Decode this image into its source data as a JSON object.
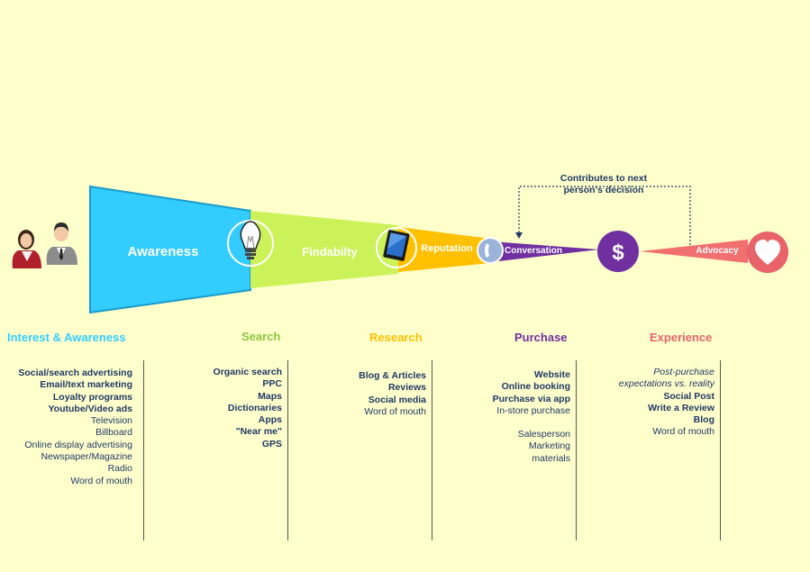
{
  "funnel": {
    "awareness": "Awareness",
    "findability": "Findabilty",
    "reputation": "Reputation",
    "conversation": "Conversation",
    "advocacy": "Advocacy",
    "dollar": "$"
  },
  "note": {
    "line1": "Contributes to next",
    "line2": "person's decision"
  },
  "stages": [
    {
      "label": "Interest & Awareness",
      "color": "#33ccff"
    },
    {
      "label": "Search",
      "color": "#8cc63f"
    },
    {
      "label": "Research",
      "color": "#ffc000"
    },
    {
      "label": "Purchase",
      "color": "#7030a0"
    },
    {
      "label": "Experience",
      "color": "#e8636a"
    }
  ],
  "columns": [
    {
      "items": [
        "Social/search advertising",
        "Email/text marketing",
        "Loyalty programs",
        "Youtube/Video ads",
        "Television",
        "Billboard",
        "Online display advertising",
        "Newspaper/Magazine",
        "Radio",
        "Word of mouth"
      ]
    },
    {
      "items": [
        "Organic search",
        "PPC",
        "Maps",
        "Dictionaries",
        "Apps",
        "\"Near me\"",
        "GPS"
      ]
    },
    {
      "items": [
        "Blog & Articles",
        "Reviews",
        "Social media",
        "Word of mouth"
      ]
    },
    {
      "items": [
        "Website",
        "Online booking",
        "Purchase via app",
        "In-store purchase",
        "Salesperson",
        "Marketing",
        "materials"
      ]
    },
    {
      "items": [
        "Post-purchase",
        "expectations vs. reality",
        "Social Post",
        "Write a Review",
        "Blog",
        "Word of mouth"
      ]
    }
  ],
  "colors": {
    "awareness": "#33ccff",
    "findability": "#ccf25a",
    "reputation": "#ffc000",
    "conversation": "#7030a0",
    "advocacy": "#f07070",
    "heart": "#e8636a",
    "text_dark": "#1f3864"
  },
  "icons": [
    "people-icon",
    "lightbulb-icon",
    "tablet-icon",
    "phone-icon",
    "dollar-icon",
    "heart-icon"
  ]
}
